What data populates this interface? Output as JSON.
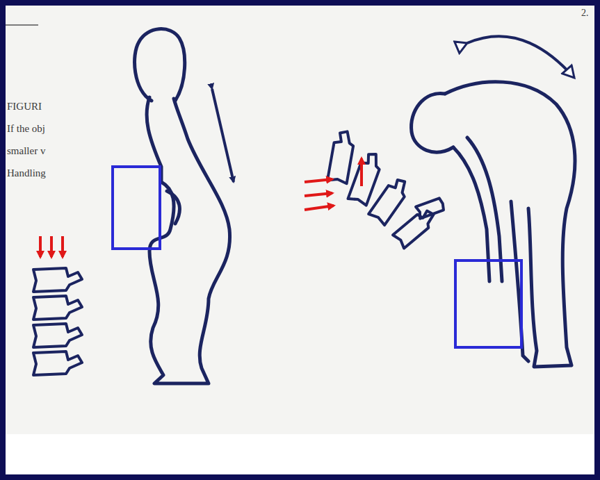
{
  "diagram": {
    "labels": [
      "FIGURI",
      "If the obj",
      "smaller v",
      "Handling",
      "2."
    ]
  }
}
